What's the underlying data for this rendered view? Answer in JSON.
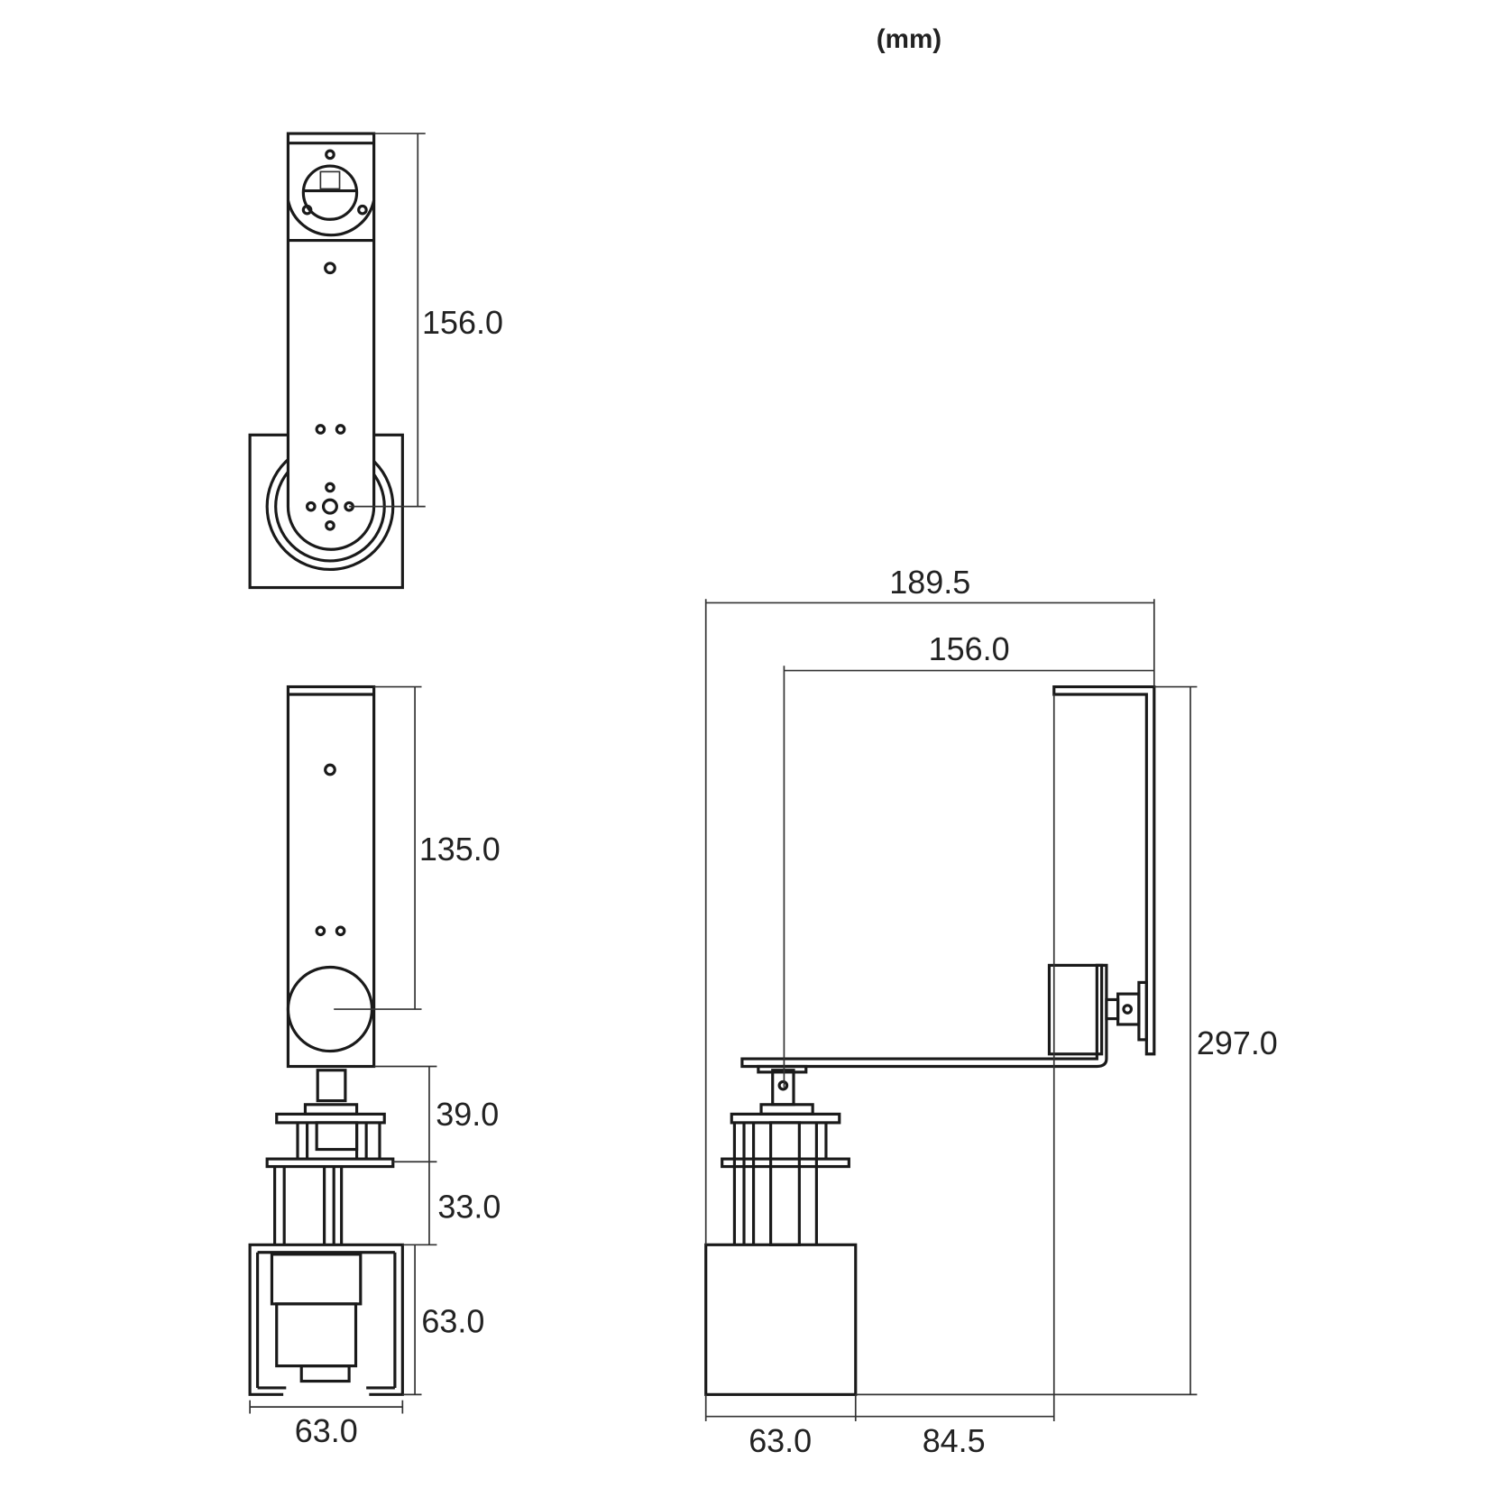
{
  "unit_label": "(mm)",
  "top_view": {
    "arm_length": "156.0"
  },
  "front_view": {
    "arm_length": "135.0",
    "upper_stage": "39.0",
    "lower_stage": "33.0",
    "base_height": "63.0",
    "base_width": "63.0"
  },
  "side_view": {
    "overall_reach": "189.5",
    "arm_reach": "156.0",
    "overall_height": "297.0",
    "base_width": "63.0",
    "offset": "84.5"
  },
  "colors": {
    "line": "#1a1a1a",
    "background": "#ffffff"
  }
}
